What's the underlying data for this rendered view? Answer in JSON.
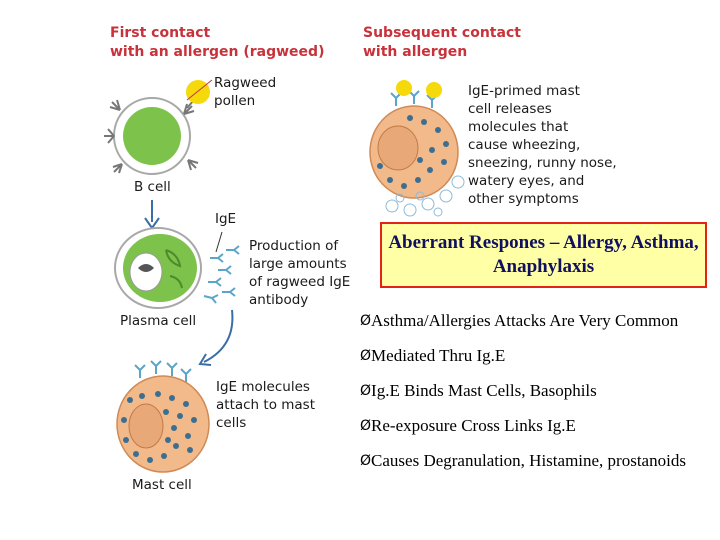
{
  "headers": {
    "first_contact": "First contact\nwith an allergen (ragweed)",
    "subsequent_contact": "Subsequent contact\nwith allergen"
  },
  "labels": {
    "ragweed_pollen": "Ragweed\npollen",
    "b_cell": "B cell",
    "ige": "IgE",
    "production": "Production of\nlarge amounts\nof ragweed IgE\nantibody",
    "plasma_cell": "Plasma cell",
    "ige_attach": "IgE molecules\nattach to mast\ncells",
    "mast_cell": "Mast cell",
    "release": "IgE-primed mast\ncell releases\nmolecules that\ncause wheezing,\nsneezing, runny nose,\nwatery eyes, and\nother symptoms"
  },
  "callout": {
    "title": "Aberrant Respones – Allergy, Asthma, Anaphylaxis"
  },
  "bullet_marker": "Ø",
  "bullets": [
    "Asthma/Allergies Attacks Are Very Common",
    "Mediated Thru Ig.E",
    "Ig.E Binds Mast Cells, Basophils",
    "Re-exposure Cross Links Ig.E",
    "Causes Degranulation, Histamine, prostanoids"
  ],
  "colors": {
    "header_red": "#c8323a",
    "callout_border": "#e2231a",
    "callout_fill": "#ffffa6",
    "cell_green": "#7dc24a",
    "mast_orange": "#f2b98a",
    "granule_blue": "#3c6e91",
    "pollen_yellow": "#f5d90a",
    "antibody_blue": "#5aa5c8"
  }
}
